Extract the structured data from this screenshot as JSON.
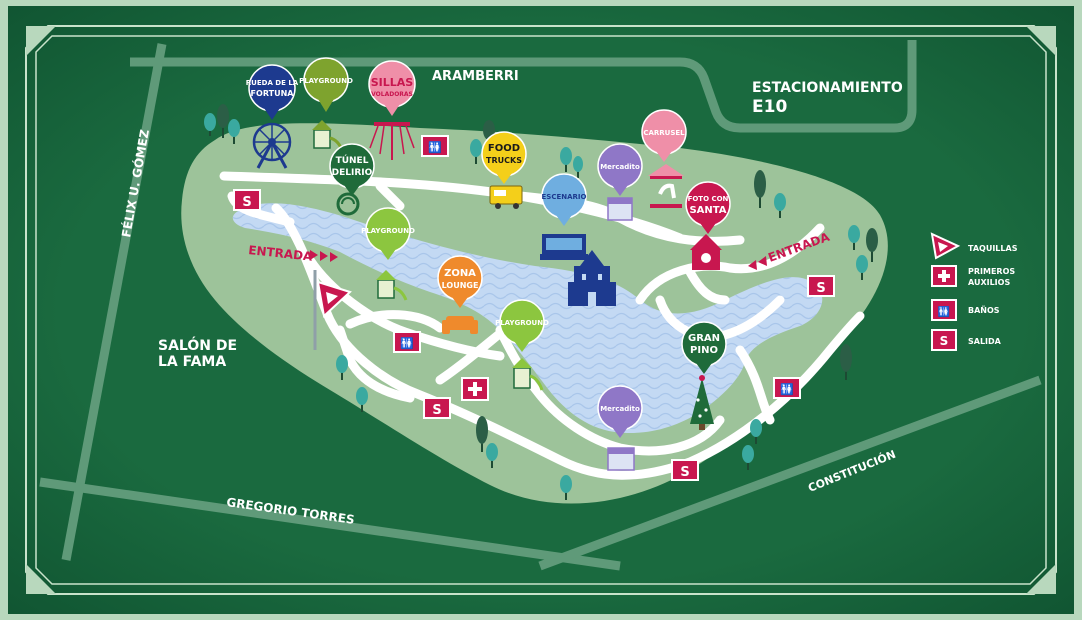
{
  "streets": {
    "aramberri": "ARAMBERRI",
    "felix": "FÉLIX U. GÓMEZ",
    "gregorio": "GREGORIO TORRES",
    "constitucion": "CONSTITUCIÓN"
  },
  "areas": {
    "estacionamiento": "ESTACIONAMIENTO",
    "estacionamiento_code": "E10",
    "salon_line1": "SALÓN DE",
    "salon_line2": "LA FAMA"
  },
  "entrances": {
    "left": "ENTRADA",
    "right": "ENTRADA"
  },
  "pins": {
    "rueda_1": "RUEDA DE LA",
    "rueda_2": "FORTUNA",
    "playground": "PLAYGROUND",
    "sillas_1": "SILLAS",
    "sillas_2": "VOLADORAS",
    "tunel_1": "TÚNEL",
    "tunel_2": "DELIRIO",
    "food_1": "FOOD",
    "food_2": "TRUCKS",
    "mercadito": "Mercadito",
    "escenario": "ESCENARIO",
    "carrusel": "CARRUSEL",
    "foto_1": "FOTO CON",
    "foto_2": "SANTA",
    "zona_1": "ZONA",
    "zona_2": "LOUNGE",
    "gran_1": "GRAN",
    "gran_2": "PINO"
  },
  "legend": {
    "taquillas": "TAQUILLAS",
    "primeros_1": "PRIMEROS",
    "primeros_2": "AUXILIOS",
    "banos": "BAÑOS",
    "salida": "SALIDA",
    "salida_symbol": "S"
  },
  "colors": {
    "background": "#0b4a2a",
    "park": "#9dc39a",
    "lake": "#c3d9f3",
    "path": "#ffffff",
    "accent": "#c8174f",
    "pin_navy": "#1d3a8f",
    "pin_olive": "#7ea32e",
    "pin_pink": "#ef8fa8",
    "pin_forest": "#1f6b3a",
    "pin_yellow": "#f4cf1a",
    "pin_purple": "#8f77c7",
    "pin_blue": "#6faee0",
    "pin_red": "#c8174f",
    "pin_orange": "#ef8a2c",
    "pin_green": "#8cc63f"
  }
}
